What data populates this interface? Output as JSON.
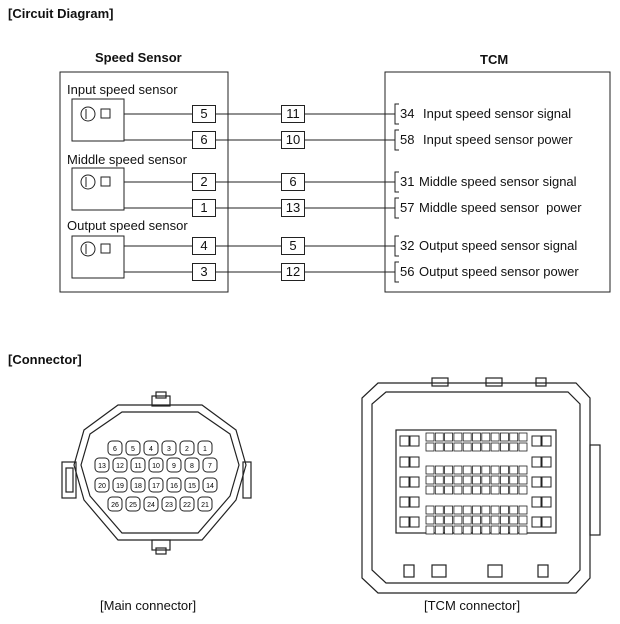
{
  "circuit": {
    "section_title": "[Circuit Diagram]",
    "left_heading": "Speed Sensor",
    "right_heading": "TCM",
    "sensors": [
      {
        "label": "Input speed sensor",
        "pins": [
          "5",
          "6"
        ],
        "mid": [
          "11",
          "10"
        ],
        "tcm": [
          "34",
          "58"
        ],
        "signals": [
          "Input speed sensor signal",
          "Input speed sensor power"
        ]
      },
      {
        "label": "Middle speed sensor",
        "pins": [
          "2",
          "1"
        ],
        "mid": [
          "6",
          "13"
        ],
        "tcm": [
          "31",
          "57"
        ],
        "signals": [
          "Middle speed sensor signal",
          "Middle speed sensor  power"
        ]
      },
      {
        "label": "Output speed sensor",
        "pins": [
          "4",
          "3"
        ],
        "mid": [
          "5",
          "12"
        ],
        "tcm": [
          "32",
          "56"
        ],
        "signals": [
          "Output speed sensor signal",
          "Output speed sensor power"
        ]
      }
    ]
  },
  "connector": {
    "section_title": "[Connector]",
    "main_caption": "[Main connector]",
    "tcm_caption": "[TCM connector]",
    "main_rows": [
      [
        "6",
        "5",
        "4",
        "3",
        "2",
        "1"
      ],
      [
        "13",
        "12",
        "11",
        "10",
        "9",
        "8",
        "7"
      ],
      [
        "20",
        "19",
        "18",
        "17",
        "16",
        "15",
        "14"
      ],
      [
        "26",
        "25",
        "24",
        "23",
        "22",
        "21"
      ]
    ]
  }
}
